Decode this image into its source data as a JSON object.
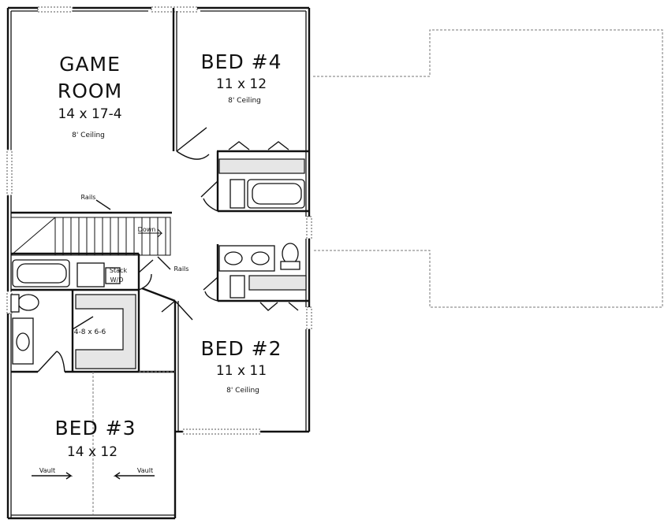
{
  "rooms": {
    "game_room": {
      "name_line1": "GAME",
      "name_line2": "ROOM",
      "size": "14 x 17-4",
      "ceiling": "8' Ceiling"
    },
    "bed4": {
      "name": "BED #4",
      "size": "11 x 12",
      "ceiling": "8' Ceiling"
    },
    "bed2": {
      "name": "BED #2",
      "size": "11 x 11",
      "ceiling": "8' Ceiling"
    },
    "bed3": {
      "name": "BED #3",
      "size": "14 x 12",
      "vault_left": "Vault",
      "vault_right": "Vault"
    },
    "closet": {
      "size": "4-8 x 6-6"
    }
  },
  "annotations": {
    "rails_upper": "Rails",
    "rails_lower": "Rails",
    "stair_down": "Down",
    "laundry_line1": "Stack",
    "laundry_line2": "W/D"
  },
  "colors": {
    "line": "#111111",
    "dashed": "#777777",
    "shelf_fill": "#e6e6e6"
  }
}
